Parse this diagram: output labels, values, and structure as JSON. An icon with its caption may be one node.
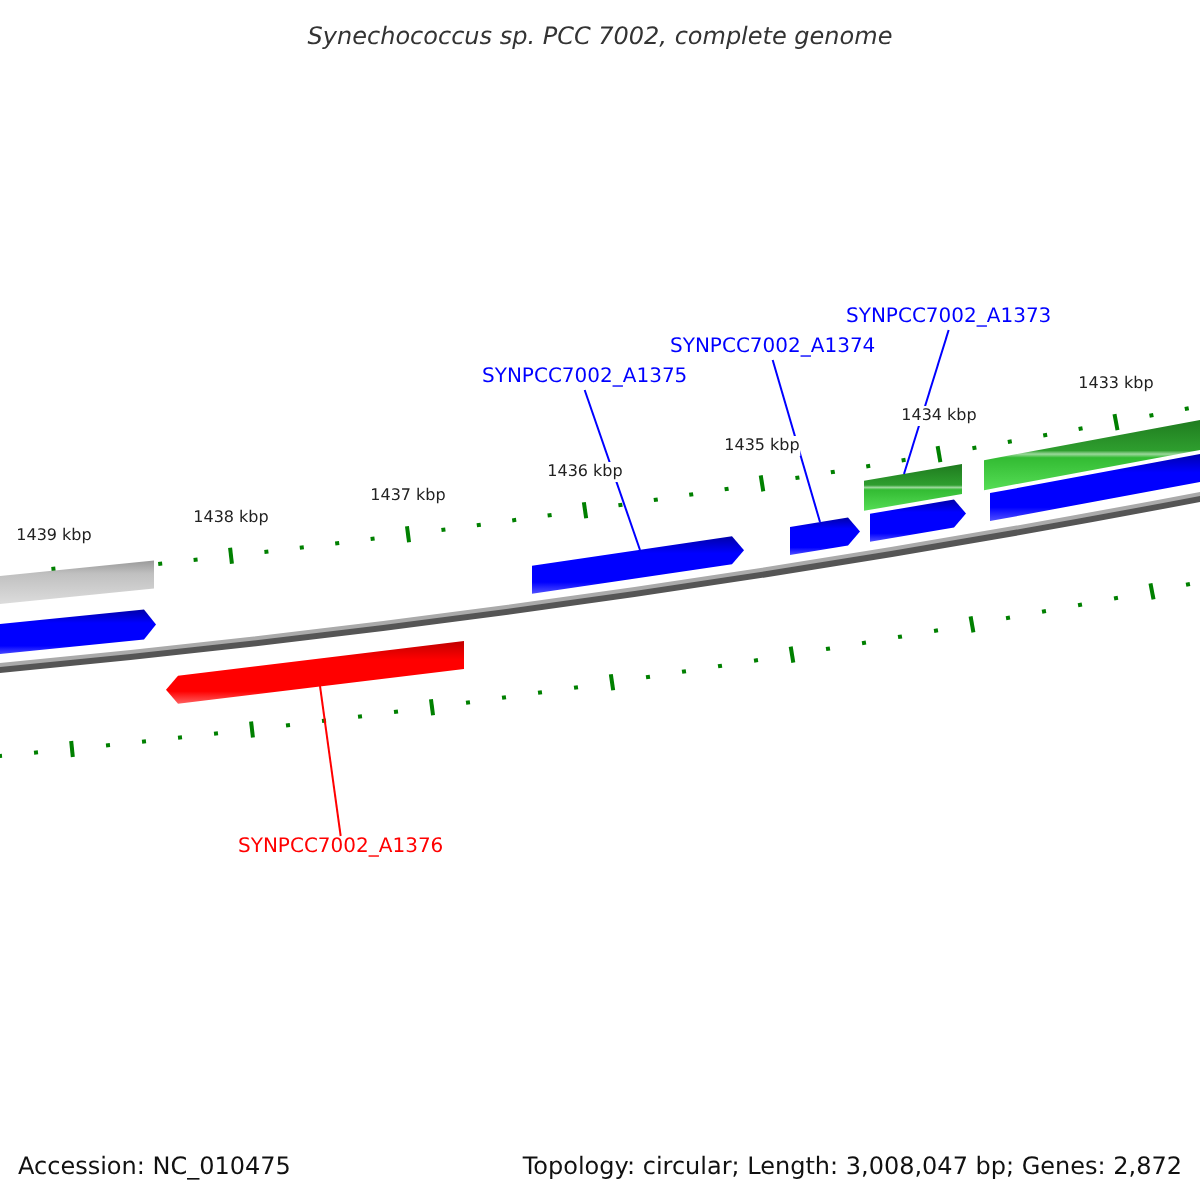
{
  "diagram": {
    "title": "Synechococcus sp. PCC 7002, complete genome",
    "nodes": [
      {
        "text": [
          "SYNPCC7002_A1373"
        ]
      },
      {
        "text": [
          "SYNPCC7002_A1374"
        ]
      },
      {
        "text": [
          "SYNPCC7002_A1375"
        ]
      },
      {
        "text": [
          "SYNPCC7002_A1376"
        ]
      },
      {
        "text": [],
        "shape": "bar"
      },
      {
        "text": [],
        "shape": "bar"
      },
      {
        "text": [],
        "shape": "bar"
      },
      {
        "text": [],
        "shape": "bar"
      },
      {
        "text": [],
        "shape": "bar"
      },
      {
        "text": [],
        "shape": "bar"
      },
      {
        "text": [],
        "shape": "bar"
      },
      {
        "text": [],
        "shape": "bar"
      },
      {
        "text": [],
        "shape": "bar"
      }
    ],
    "edges": [
      {
        "from": 0,
        "to": 9,
        "arrow": "none"
      },
      {
        "from": 1,
        "to": 8,
        "arrow": "none"
      },
      {
        "from": 2,
        "to": 7,
        "arrow": "none"
      },
      {
        "from": 3,
        "to": 6,
        "arrow": "none",
        "color": "#ff0000"
      }
    ],
    "labels": [
      "1433 kbp",
      "1434 kbp",
      "1435 kbp",
      "1436 kbp",
      "1437 kbp",
      "1438 kbp",
      "1439 kbp",
      "Accession: NC_010475",
      "Topology: circular; Length: 3,008,047 bp; Genes: 2,872"
    ]
  }
}
